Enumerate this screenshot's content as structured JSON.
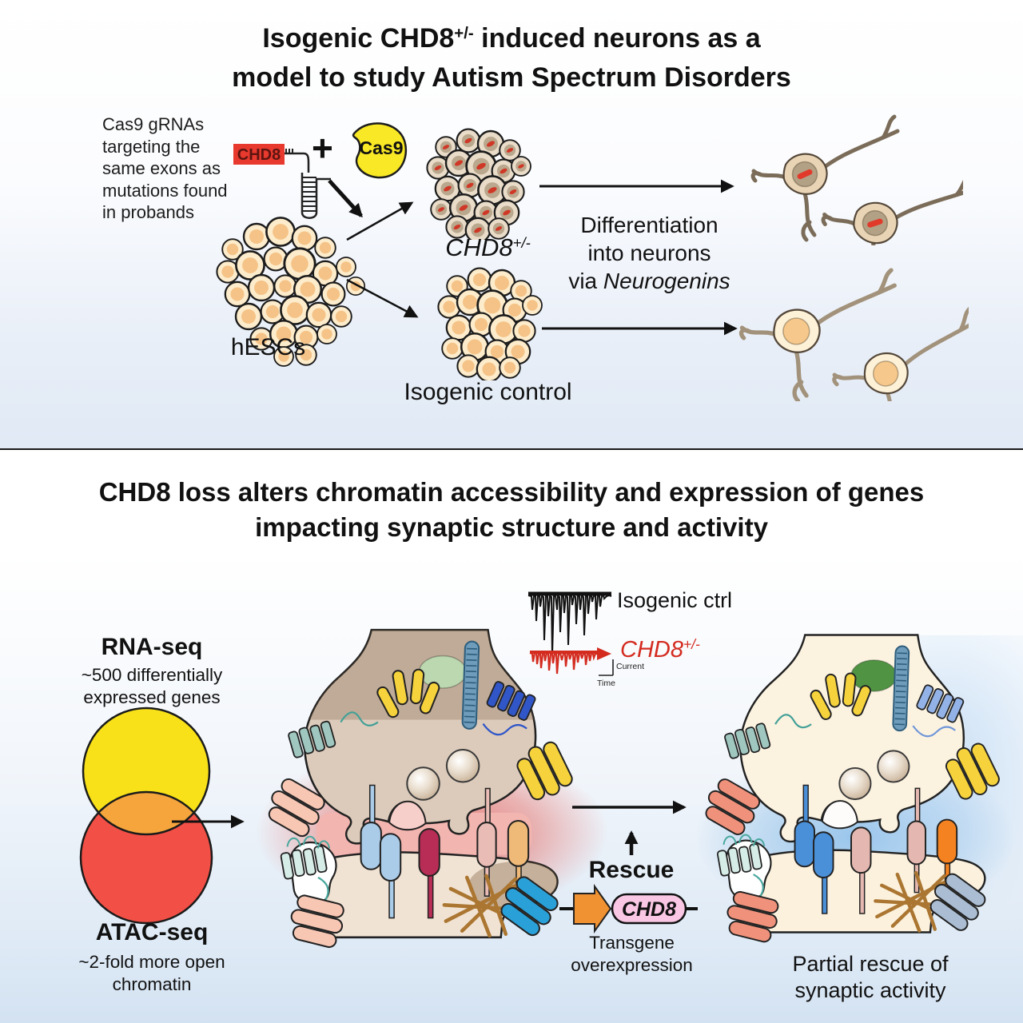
{
  "top_panel": {
    "title": {
      "pre": "Isogenic CHD8",
      "sup": "+/-",
      "post": " induced neurons as a",
      "line2": "model to study Autism Spectrum Disorders"
    },
    "grna_note": "Cas9 gRNAs targeting the same exons as mutations found in probands",
    "grna_gene_label": "CHD8",
    "plus_sign": "+",
    "cas9_label": "Cas9",
    "hesc_label": "hESCs",
    "mutant_clone_label": {
      "pre": "CHD8",
      "sup": "+/-"
    },
    "control_clone_label": "Isogenic control",
    "differentiation": {
      "line1": "Differentiation",
      "line2": "into neurons",
      "line3_pre": "via ",
      "line3_italic": "Neurogenins"
    }
  },
  "bottom_panel": {
    "title_line1": "CHD8 loss alters chromatin accessibility and expression of genes",
    "title_line2": "impacting synaptic structure and activity",
    "rna_seq": {
      "title": "RNA-seq",
      "subtitle": "~500 differentially expressed genes"
    },
    "atac_seq": {
      "title": "ATAC-seq",
      "subtitle": "~2-fold more open chromatin"
    },
    "traces": {
      "control_label": "Isogenic ctrl",
      "mutant_label_pre": "CHD8",
      "mutant_label_sup": "+/-",
      "current_axis_label": "Current",
      "time_axis_label": "Time"
    },
    "rescue": {
      "title": "Rescue",
      "gene_label": "CHD8",
      "caption": "Transgene overexpression"
    },
    "partial_rescue_caption": "Partial rescue of synaptic activity"
  },
  "colors": {
    "venn_yellow": "#F8E118",
    "venn_red": "#F25046",
    "venn_overlap_orange": "#F5A53B",
    "cas9_yellow": "#F9E825",
    "grna_box_red": "#E8392E",
    "trace_control_black": "#111111",
    "trace_mutant_red": "#D42B1F",
    "rescue_pill_pink": "#F9C7E4",
    "promoter_arrow_orange": "#F09231",
    "mutant_glow_red": "#E2453A",
    "rescue_glow_blue": "#9CC6E8"
  }
}
